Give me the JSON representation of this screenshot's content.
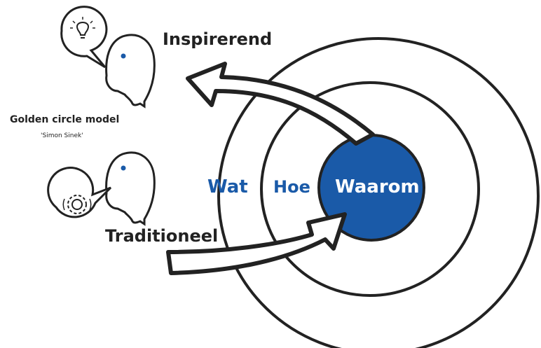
{
  "diagram": {
    "title": "Golden circle model",
    "subtitle": "'Simon Sinek'",
    "labels": {
      "inspirerend": "Inspirerend",
      "traditioneel": "Traditioneel"
    },
    "rings": {
      "outer": "Wat",
      "middle": "Hoe",
      "inner": "Waarom"
    },
    "icons": {
      "top": "lightbulb-icon",
      "bottom": "gear-icon"
    },
    "colors": {
      "accent": "#1a5aa8",
      "ink": "#222222",
      "core_text": "#ffffff"
    }
  }
}
